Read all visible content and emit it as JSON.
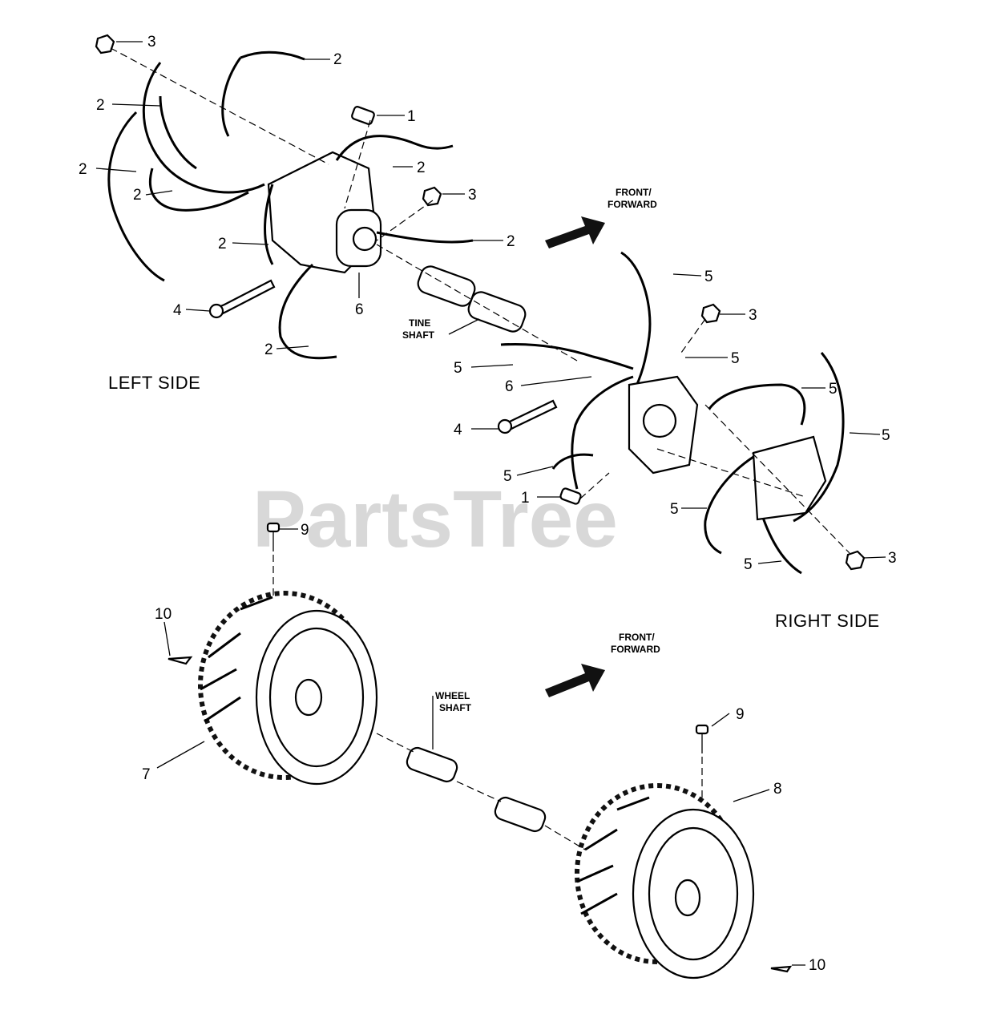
{
  "watermark": "PartsTree",
  "sections": {
    "left_side": "LEFT SIDE",
    "right_side": "RIGHT SIDE"
  },
  "arrows": {
    "upper": {
      "line1": "FRONT/",
      "line2": "FORWARD"
    },
    "lower": {
      "line1": "FRONT/",
      "line2": "FORWARD"
    }
  },
  "shafts": {
    "tine": {
      "line1": "TINE",
      "line2": "SHAFT"
    },
    "wheel": {
      "line1": "WHEEL",
      "line2": "SHAFT"
    }
  },
  "callouts": [
    {
      "id": "c3a",
      "text": "3"
    },
    {
      "id": "c2a",
      "text": "2"
    },
    {
      "id": "c2b",
      "text": "2"
    },
    {
      "id": "c1a",
      "text": "1"
    },
    {
      "id": "c2c",
      "text": "2"
    },
    {
      "id": "c2d",
      "text": "2"
    },
    {
      "id": "c3b",
      "text": "3"
    },
    {
      "id": "c2e",
      "text": "2"
    },
    {
      "id": "c2f",
      "text": "2"
    },
    {
      "id": "c2g",
      "text": "2"
    },
    {
      "id": "c6a",
      "text": "6"
    },
    {
      "id": "c4a",
      "text": "4"
    },
    {
      "id": "c2h",
      "text": "2"
    },
    {
      "id": "c5a",
      "text": "5"
    },
    {
      "id": "c3c",
      "text": "3"
    },
    {
      "id": "c5b",
      "text": "5"
    },
    {
      "id": "c5c",
      "text": "5"
    },
    {
      "id": "c6b",
      "text": "6"
    },
    {
      "id": "c5d",
      "text": "5"
    },
    {
      "id": "c4b",
      "text": "4"
    },
    {
      "id": "c5e",
      "text": "5"
    },
    {
      "id": "c5f",
      "text": "5"
    },
    {
      "id": "c1b",
      "text": "1"
    },
    {
      "id": "c5g",
      "text": "5"
    },
    {
      "id": "c3d",
      "text": "3"
    },
    {
      "id": "c5h",
      "text": "5"
    },
    {
      "id": "c9a",
      "text": "9"
    },
    {
      "id": "c10a",
      "text": "10"
    },
    {
      "id": "c7",
      "text": "7"
    },
    {
      "id": "c9b",
      "text": "9"
    },
    {
      "id": "c8",
      "text": "8"
    },
    {
      "id": "c10b",
      "text": "10"
    }
  ]
}
